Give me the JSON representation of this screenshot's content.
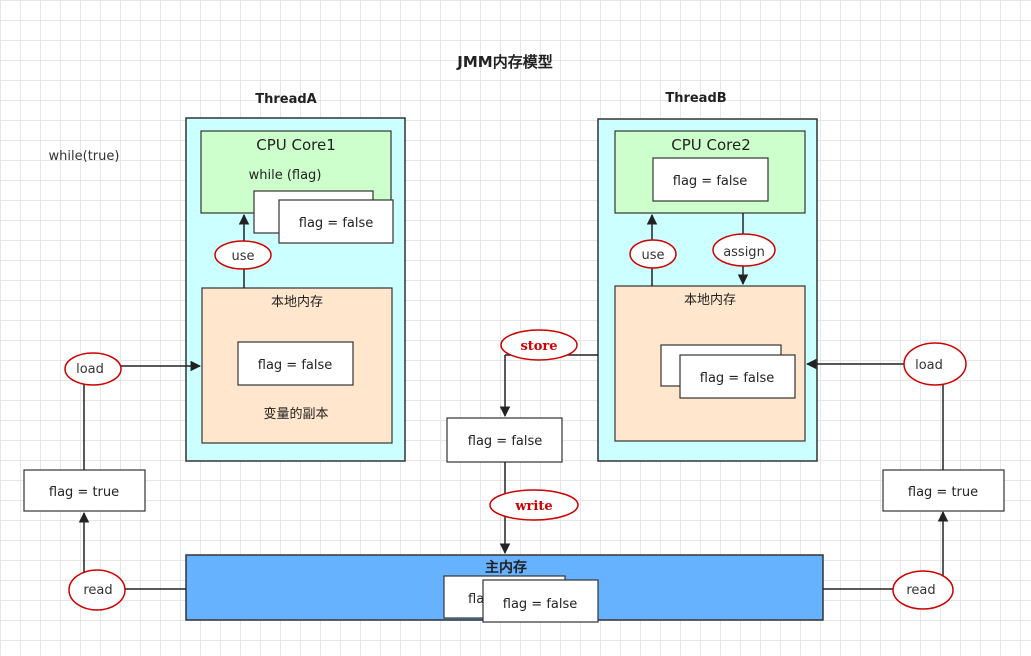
{
  "title": "JMM内存模型",
  "side_note": "while(true)",
  "thread_a": {
    "label": "ThreadA",
    "core_label": "CPU Core1",
    "core_code": "while (flag)",
    "core_value": "flag = false",
    "local_label": "本地内存",
    "local_value": "flag = false",
    "local_note": "变量的副本",
    "use_label": "use"
  },
  "thread_b": {
    "label": "ThreadB",
    "core_label": "CPU Core2",
    "core_value": "flag = false",
    "local_label": "本地内存",
    "local_value": "flag = false",
    "use_label": "use",
    "assign_label": "assign"
  },
  "main_memory": {
    "label": "主内存",
    "value": "flag = false",
    "back_value_fragment": "fla"
  },
  "left_path": {
    "load_label": "load",
    "read_label": "read",
    "value": "flag = true"
  },
  "right_path": {
    "load_label": "load",
    "read_label": "read",
    "value": "flag = true"
  },
  "center_path": {
    "store_label": "store",
    "write_label": "write",
    "value": "flag = false"
  },
  "colors": {
    "thread_bg": "#ccffff",
    "core_bg": "#ccffcc",
    "local_bg": "#ffe6cc",
    "main_bg": "#66b2ff",
    "annotation": "#cc0000"
  }
}
